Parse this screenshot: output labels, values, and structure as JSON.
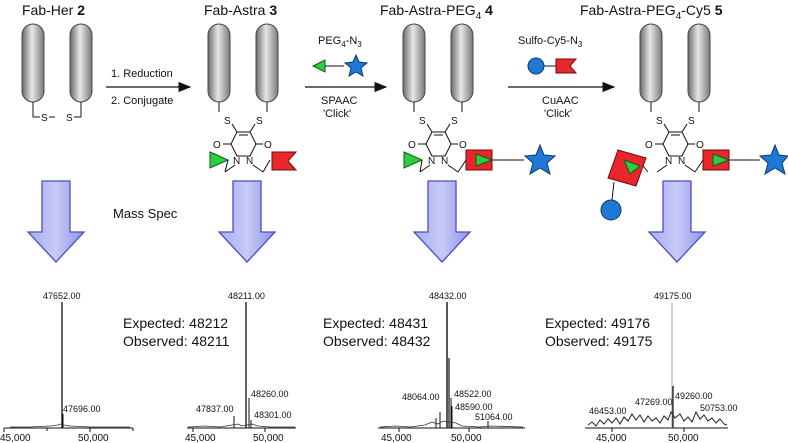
{
  "compounds": [
    {
      "name": "Fab-Her",
      "number": "2",
      "sub": ""
    },
    {
      "name": "Fab-Astra",
      "number": "3",
      "sub": ""
    },
    {
      "name": "Fab-Astra-PEG",
      "number": "4",
      "sub": "4"
    },
    {
      "name": "Fab-Astra-PEG",
      "number": "5",
      "sub": "4",
      "suffix": "-Cy5"
    }
  ],
  "steps": {
    "s1": {
      "top": "1. Reduction",
      "bottom": "2. Conjugate"
    },
    "s2": {
      "reagent": "PEG",
      "reagent_sub": "4",
      "reagent_suffix": "-N",
      "reagent_sub2": "3",
      "l1": "SPAAC",
      "l2": "'Click'"
    },
    "s3": {
      "reagent": "Sulfo-Cy5-N",
      "reagent_sub": "3",
      "l1": "CuAAC",
      "l2": "'Click'"
    }
  },
  "atoms": {
    "S": "S",
    "O": "O",
    "N": "N"
  },
  "mass_spec_label": "Mass Spec",
  "results": [
    {
      "expected": "",
      "observed": ""
    },
    {
      "expected": "Expected: 48212",
      "observed": "Observed: 48211"
    },
    {
      "expected": "Expected: 48431",
      "observed": "Observed: 48432"
    },
    {
      "expected": "Expected: 49176",
      "observed": "Observed: 49175"
    }
  ],
  "spectra": [
    {
      "x_ticks": [
        "45,000",
        "50,000"
      ],
      "peaks": [
        "47652.00",
        "47696.00"
      ]
    },
    {
      "x_ticks": [
        "45,000",
        "50,000"
      ],
      "peaks": [
        "48211.00",
        "48260.00",
        "47837.00",
        "48301.00"
      ]
    },
    {
      "x_ticks": [
        "45,000",
        "50,000"
      ],
      "peaks": [
        "48432.00",
        "48064.00",
        "48522.00",
        "48590.00",
        "51064.00"
      ]
    },
    {
      "x_ticks": [
        "45,000",
        "50,000"
      ],
      "peaks": [
        "49175.00",
        "46453.00",
        "47269.00",
        "49260.00",
        "50753.00"
      ]
    }
  ],
  "colors": {
    "green": "#2ecc40",
    "red": "#e8262b",
    "blue": "#1f77d6",
    "arrow_fill": "#8f92e8",
    "arrow_stroke": "#4a4fc4"
  }
}
